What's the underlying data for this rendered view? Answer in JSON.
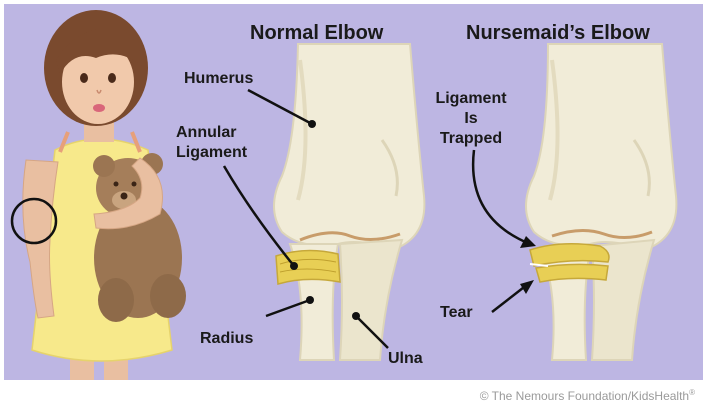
{
  "titles": {
    "normal": "Normal Elbow",
    "nursemaid": "Nursemaid’s Elbow"
  },
  "labels": {
    "humerus": "Humerus",
    "annular_line1": "Annular",
    "annular_line2": "Ligament",
    "radius": "Radius",
    "ulna": "Ulna",
    "trapped_line1": "Ligament",
    "trapped_line2": "Is",
    "trapped_line3": "Trapped",
    "tear": "Tear"
  },
  "credit": "© The Nemours Foundation/KidsHealth",
  "credit_mark": "®",
  "colors": {
    "background": "#bdb6e3",
    "bone": "#f1ecd8",
    "bone_shadow": "#ddd5b8",
    "ligament": "#e8cf55",
    "dress": "#f7e98b",
    "skin": "#e9bfa1",
    "hair": "#7a4a2e",
    "teddy": "#9b7552"
  }
}
